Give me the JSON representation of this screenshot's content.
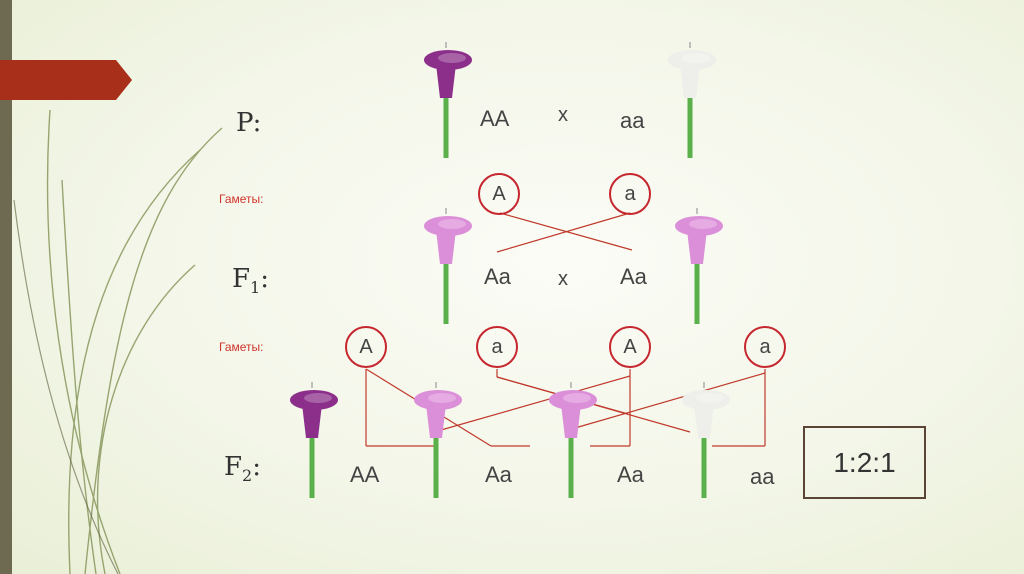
{
  "p": {
    "label": "P:",
    "geno_left": "AA",
    "cross": "x",
    "geno_right": "aa"
  },
  "gametes_label": "Гаметы:",
  "p_gametes": [
    "A",
    "a"
  ],
  "f1": {
    "label": "F",
    "sub": "1",
    "colon": ":",
    "geno_left": "Aa",
    "cross": "x",
    "geno_right": "Aa"
  },
  "f1_gametes": [
    "A",
    "a",
    "A",
    "a"
  ],
  "f2": {
    "label": "F",
    "sub": "2",
    "colon": ":",
    "genotypes": [
      "AA",
      "Aa",
      "Aa",
      "aa"
    ]
  },
  "ratio": "1:2:1",
  "colors": {
    "purple": "#8b2f8a",
    "pink": "#d985d6",
    "white": "#f4f4f2",
    "accent": "#c6262e",
    "tag": "#a8301a",
    "bar": "#6e6a52"
  }
}
